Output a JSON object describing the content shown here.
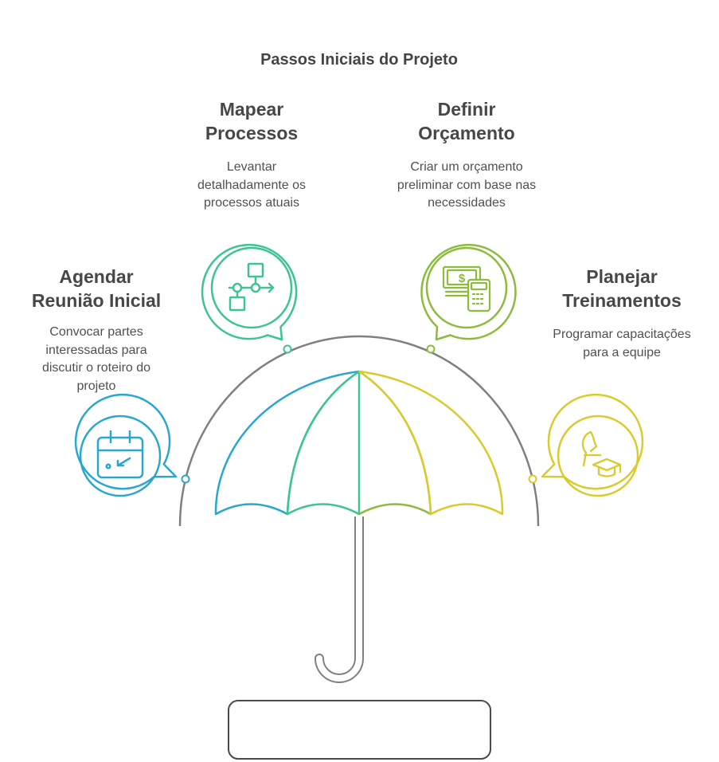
{
  "title": "Passos Iniciais do Projeto",
  "steps": [
    {
      "id": "agendar",
      "title": "Agendar Reunião Inicial",
      "desc": "Convocar partes interessadas para discutir o roteiro do projeto",
      "icon": "calendar-icon",
      "color": "#2aa6d0"
    },
    {
      "id": "mapear",
      "title": "Mapear Processos",
      "desc": "Levantar detalhadamente os processos atuais",
      "icon": "flowchart-icon",
      "color": "#3ec490"
    },
    {
      "id": "definir",
      "title": "Definir Orçamento",
      "desc": "Criar um orçamento preliminar com base nas necessidades",
      "icon": "money-calculator-icon",
      "color": "#8dbb3c"
    },
    {
      "id": "planejar",
      "title": "Planejar Treinamentos",
      "desc": "Programar capacitações para a equipe",
      "icon": "training-icon",
      "color": "#d8cc2c"
    }
  ],
  "colors": {
    "outline": "#808080",
    "panel1": "#2aa6d0",
    "panel2": "#3ec490",
    "panel3": "#8dbb3c",
    "panel4": "#d8cc2c"
  },
  "footer_box": {
    "text": ""
  }
}
